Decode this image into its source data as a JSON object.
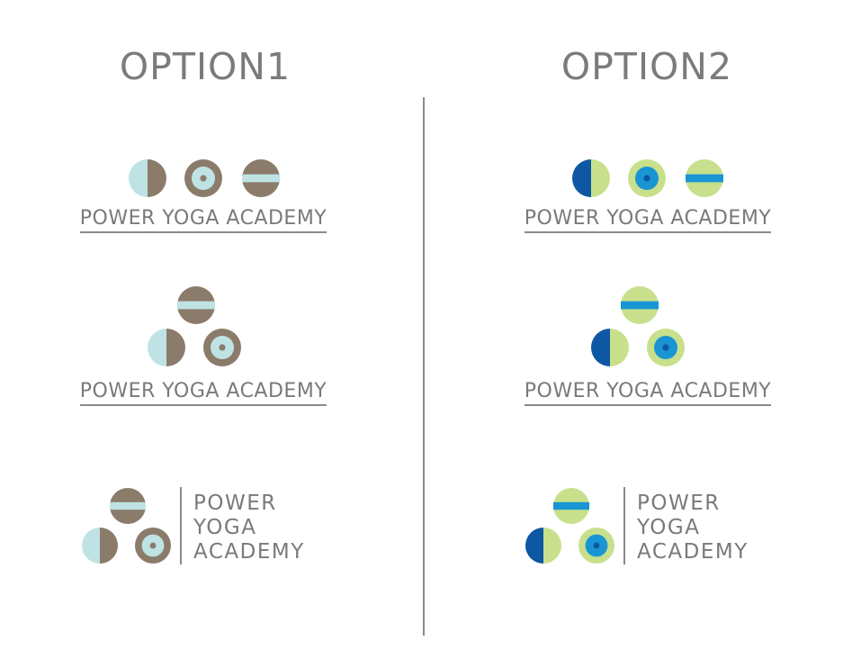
{
  "options": [
    {
      "heading": "OPTION1",
      "wordmark_1": "POWER YOGA ACADEMY",
      "wordmark_2": "POWER YOGA ACADEMY",
      "stacked": {
        "line1": "POWER",
        "line2": "YOGA",
        "line3": "ACADEMY"
      },
      "colors": {
        "primary": "#8b7b6a",
        "light": "#bfe3e4",
        "ring_outer": "#8b7b6a",
        "ring_inner": "#bfe3e4",
        "dot": "#8b7b6a",
        "stripe": "#bfe3e4"
      }
    },
    {
      "heading": "OPTION2",
      "wordmark_1": "POWER YOGA ACADEMY",
      "wordmark_2": "POWER YOGA ACADEMY",
      "stacked": {
        "line1": "POWER",
        "line2": "YOGA",
        "line3": "ACADEMY"
      },
      "colors": {
        "primary": "#0d57a3",
        "light": "#c8e08c",
        "ring_outer": "#c8e08c",
        "ring_inner": "#1a95d4",
        "dot": "#0d57a3",
        "stripe": "#1a95d4"
      }
    }
  ],
  "icons": [
    "half-circle-icon",
    "target-circle-icon",
    "striped-circle-icon"
  ]
}
